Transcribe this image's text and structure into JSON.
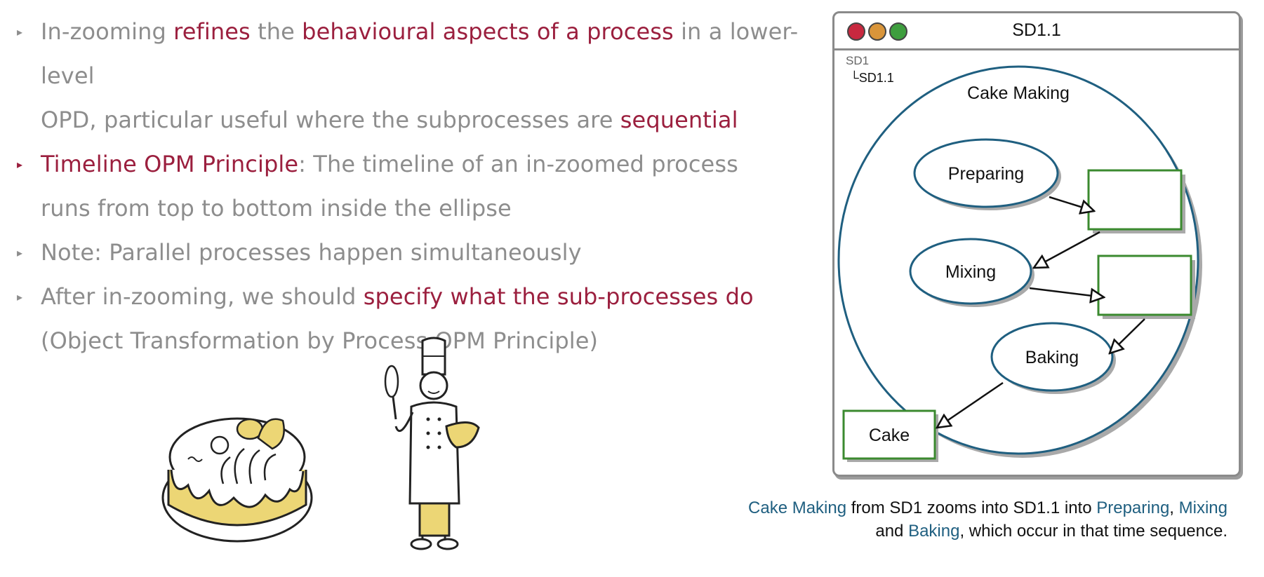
{
  "bullets": [
    {
      "parts": [
        "In-zooming ",
        "refines",
        " the ",
        "behavioural aspects of a process",
        " in a lower-level"
      ],
      "cont": [
        "OPD, particular useful where the subprocesses are ",
        "sequential"
      ]
    },
    {
      "parts": [
        "Timeline OPM Principle",
        ": The timeline of an in-zoomed process"
      ],
      "cont": [
        "runs from top to bottom inside the ellipse"
      ]
    },
    {
      "parts": [
        "Note: Parallel processes happen simultaneously"
      ]
    },
    {
      "parts": [
        "After in-zooming, we should ",
        "specify what the sub-processes do"
      ],
      "cont": [
        "(Object Transformation by Process OPM Principle)"
      ]
    }
  ],
  "window": {
    "title": "SD1.1",
    "tree_root": "SD1",
    "tree_child": "└SD1.1",
    "traffic_lights": [
      "#c8283f",
      "#d9953a",
      "#3e9e3e"
    ]
  },
  "diagram": {
    "main_process": "Cake Making",
    "subprocesses": [
      "Preparing",
      "Mixing",
      "Baking"
    ],
    "result_object": "Cake",
    "process_color": "#1f5f80",
    "object_color": "#3b8a2f"
  },
  "caption": {
    "line1": [
      "Cake Making",
      " from SD1 zooms into SD1.1 into ",
      "Preparing",
      ", ",
      "Mixing"
    ],
    "line2": [
      "and ",
      "Baking",
      ", which occur in that time sequence."
    ]
  },
  "illustrations": [
    "cake-illustration",
    "chef-illustration"
  ]
}
